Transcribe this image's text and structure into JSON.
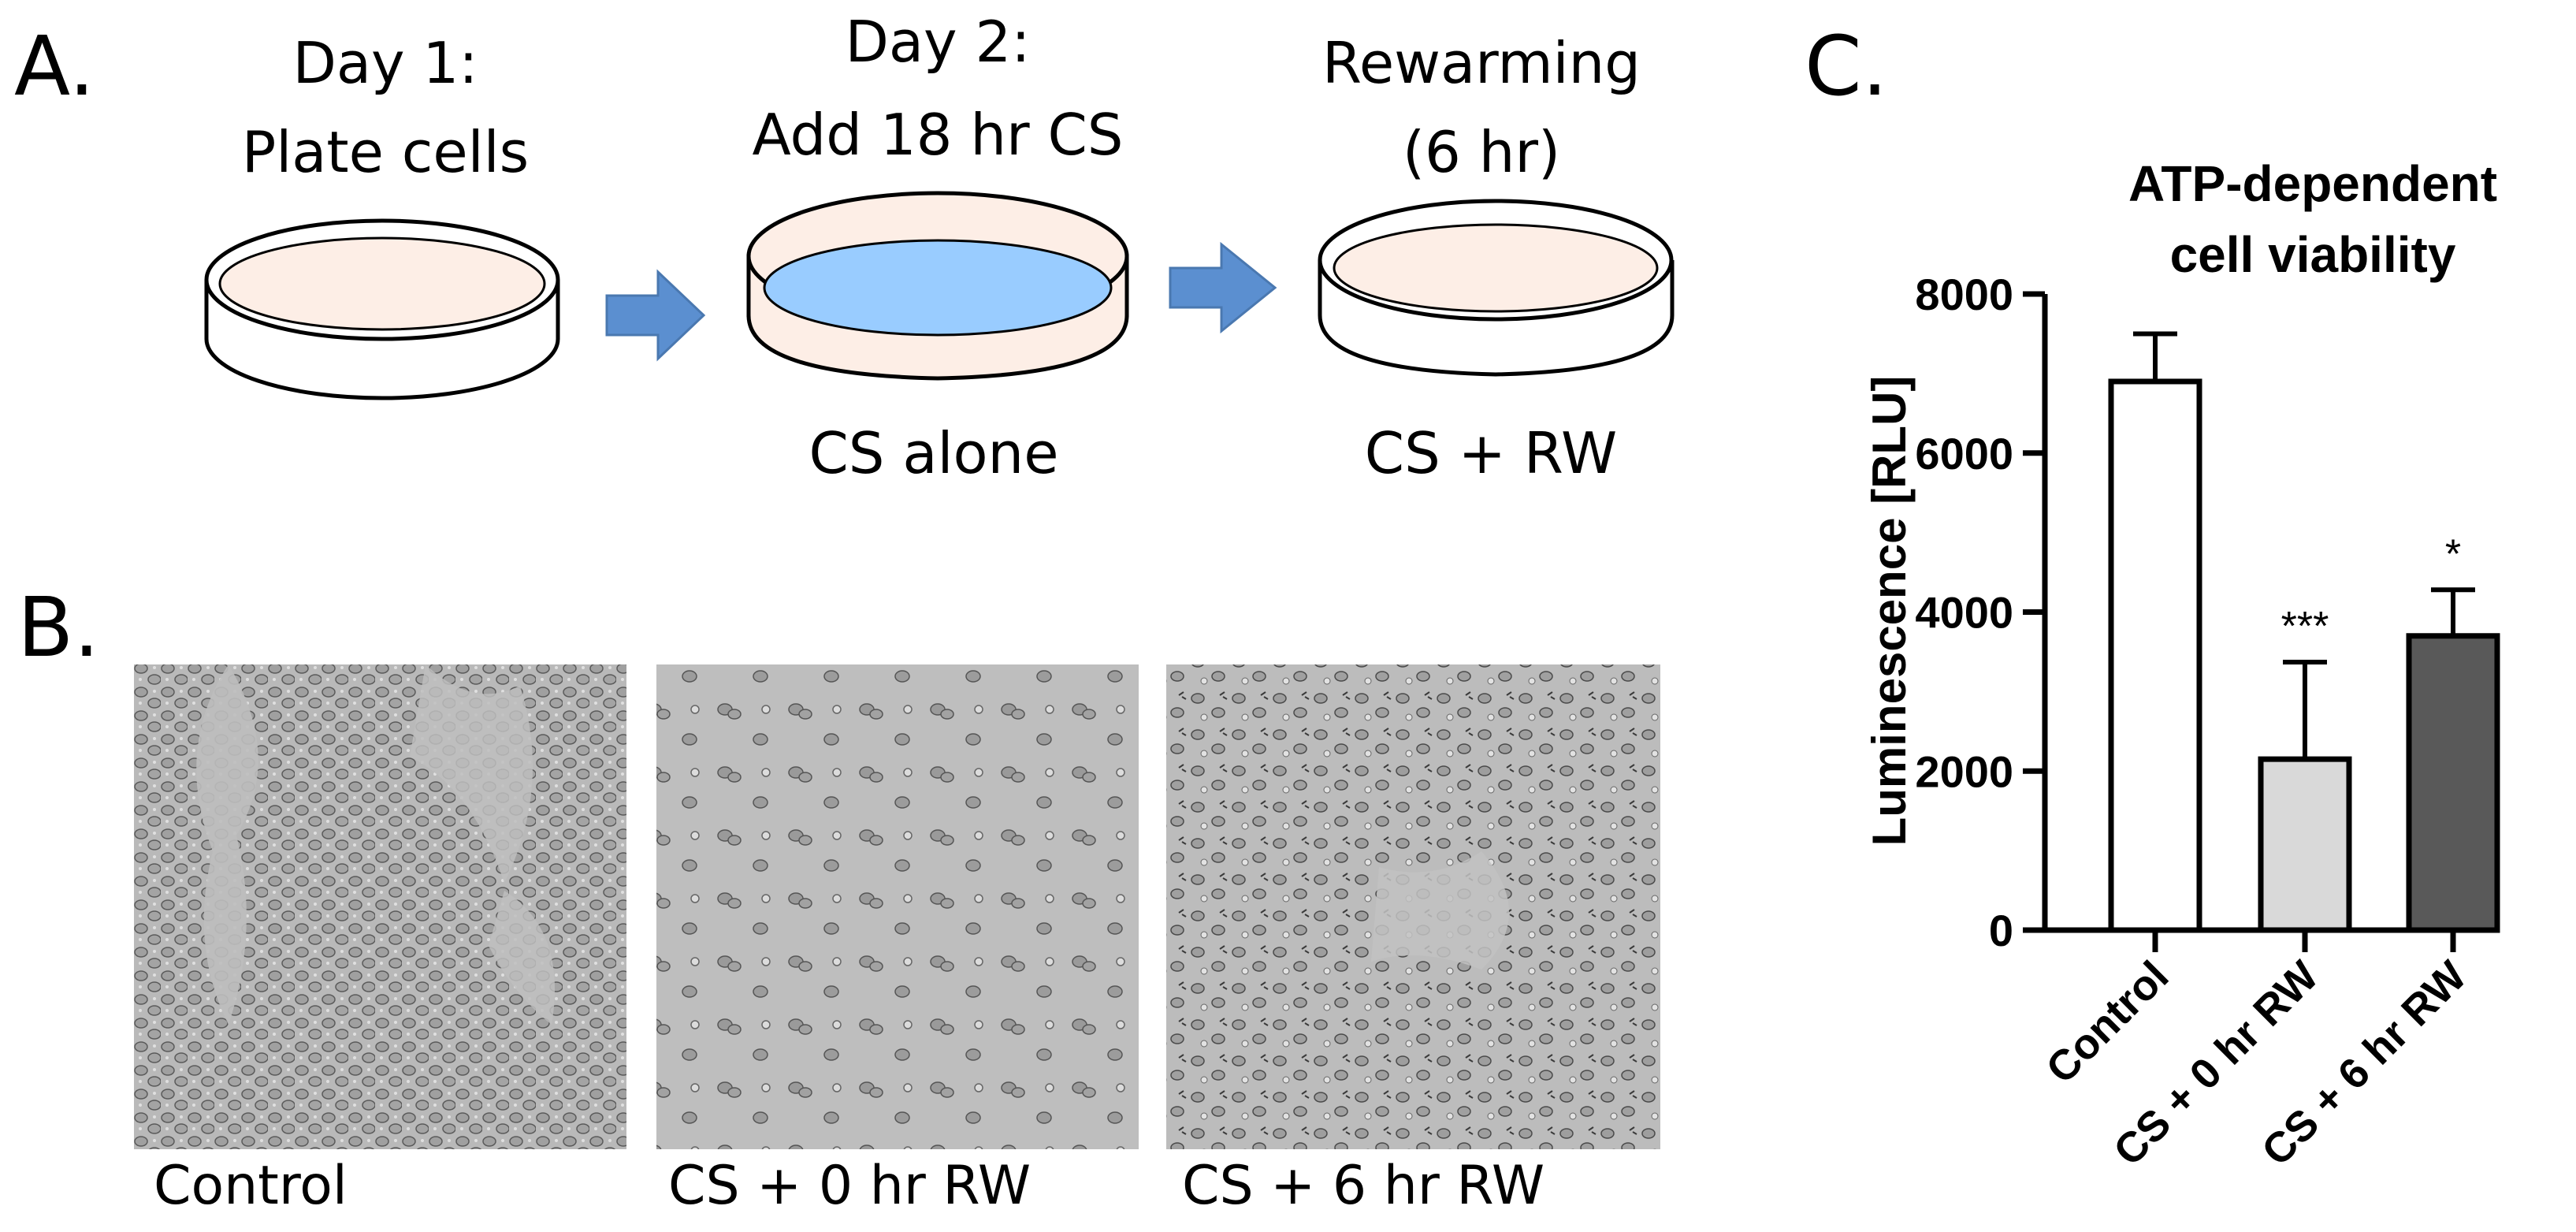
{
  "panels": {
    "a": "A.",
    "b": "B.",
    "c": "C."
  },
  "workflow": {
    "step1": {
      "line1": "Day 1:",
      "line2": "Plate cells"
    },
    "step2": {
      "line1": "Day 2:",
      "line2": "Add 18 hr CS",
      "caption": "CS alone"
    },
    "step3": {
      "line1": "Rewarming",
      "line2": "(6 hr)",
      "caption": "CS + RW"
    }
  },
  "micrographs": [
    {
      "caption": "Control"
    },
    {
      "caption": "CS + 0 hr RW"
    },
    {
      "caption": "CS + 6 hr RW"
    }
  ],
  "colors": {
    "dish_fill": "#fdeee6",
    "cs_fill": "#99ccff",
    "arrow": "#5b8fd0",
    "bar_control": "#ffffff",
    "bar_cs0": "#d9d9d9",
    "bar_cs6": "#595959"
  },
  "chart_data": {
    "type": "bar",
    "title_line1": "ATP-dependent",
    "title_line2": "cell viability",
    "ylabel": "Luminescence [RLU]",
    "ylim": [
      0,
      8000
    ],
    "yticks": [
      "0",
      "2000",
      "4000",
      "6000",
      "8000"
    ],
    "categories": [
      "Control",
      "CS + 0 hr RW",
      "CS + 6 hr RW"
    ],
    "values": [
      6900,
      2150,
      3700
    ],
    "errors": [
      600,
      1220,
      580
    ],
    "significance": [
      "",
      "***",
      "*"
    ],
    "grid": false,
    "legend": "none"
  }
}
